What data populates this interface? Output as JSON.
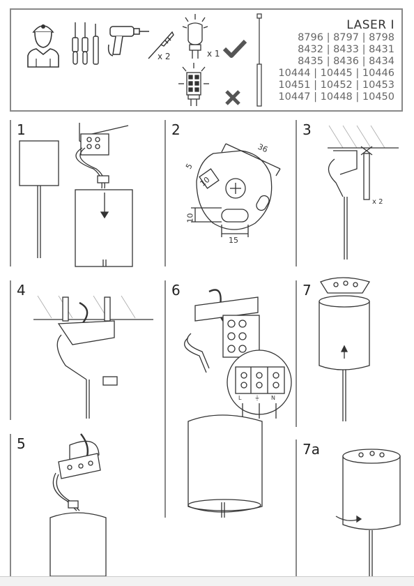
{
  "header": {
    "product_title": "LASER I",
    "product_codes": [
      "8796 | 8797 | 8798",
      "8432 | 8433 | 8431",
      "8435 | 8436 | 8434",
      "10444 | 10445 | 10446",
      "10451 | 10452 | 10453",
      "10447 | 10448 | 10450"
    ],
    "plug_qty": "x 2",
    "bulb_qty": "x 1"
  },
  "steps": {
    "s1": "1",
    "s2": "2",
    "s3": "3",
    "s4": "4",
    "s5": "5",
    "s6": "6",
    "s7": "7",
    "s7a": "7a"
  },
  "step2": {
    "dim_36": "36",
    "dim_5": "5",
    "dim_10a": "10",
    "dim_10b": "10",
    "dim_15": "15"
  },
  "step3": {
    "qty": "x 2"
  },
  "terminal_labels": [
    "L",
    "⏚",
    "N"
  ],
  "colors": {
    "border": "#888888",
    "line": "#333333",
    "check_mark": "#555555",
    "cross_mark": "#555555"
  }
}
